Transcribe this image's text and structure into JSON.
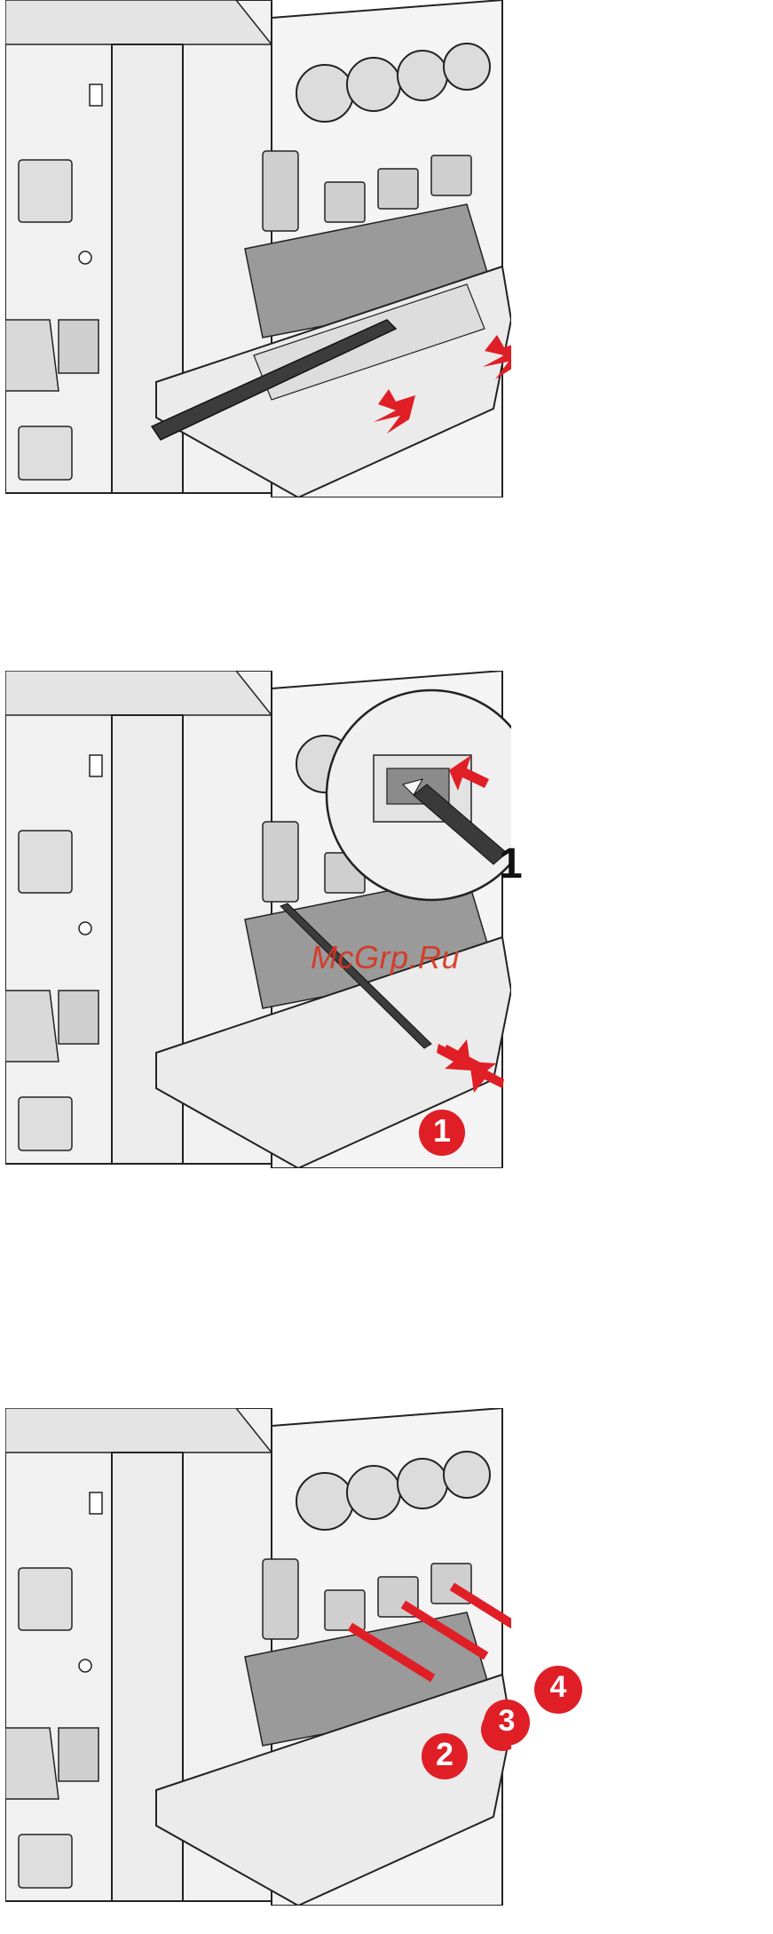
{
  "watermark": "McGrp.Ru",
  "callouts": {
    "zoom_label": "1",
    "step_1": "1",
    "step_2": "2",
    "step_3": "3",
    "step_4": "4"
  },
  "colors": {
    "accent_red": "#e01e26",
    "line": "#222222",
    "light_gray": "#e6e6e6",
    "mid_gray": "#bcbcbc",
    "dark_gray": "#6f6f6f"
  }
}
